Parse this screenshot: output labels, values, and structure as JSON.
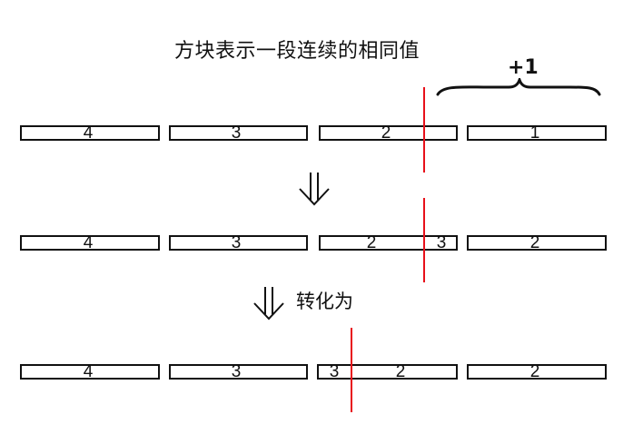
{
  "title": "方块表示一段连续的相同值",
  "increment_label": "+1",
  "convert_label": "转化为",
  "colors": {
    "block_border": "#111111",
    "cut_line": "#e8101a",
    "background": "#ffffff"
  },
  "icons": {
    "brace": "curly-brace-icon",
    "arrow": "double-down-arrow-icon"
  },
  "rows": [
    {
      "blocks": [
        {
          "labels": [
            "4"
          ]
        },
        {
          "labels": [
            "3"
          ]
        },
        {
          "labels": [
            "2"
          ]
        },
        {
          "labels": [
            "1"
          ]
        }
      ]
    },
    {
      "blocks": [
        {
          "labels": [
            "4"
          ]
        },
        {
          "labels": [
            "3"
          ]
        },
        {
          "labels": [
            "2",
            "3"
          ]
        },
        {
          "labels": [
            "2"
          ]
        }
      ]
    },
    {
      "blocks": [
        {
          "labels": [
            "4"
          ]
        },
        {
          "labels": [
            "3"
          ]
        },
        {
          "labels": [
            "3",
            "2"
          ]
        },
        {
          "labels": [
            "2"
          ]
        }
      ]
    }
  ]
}
